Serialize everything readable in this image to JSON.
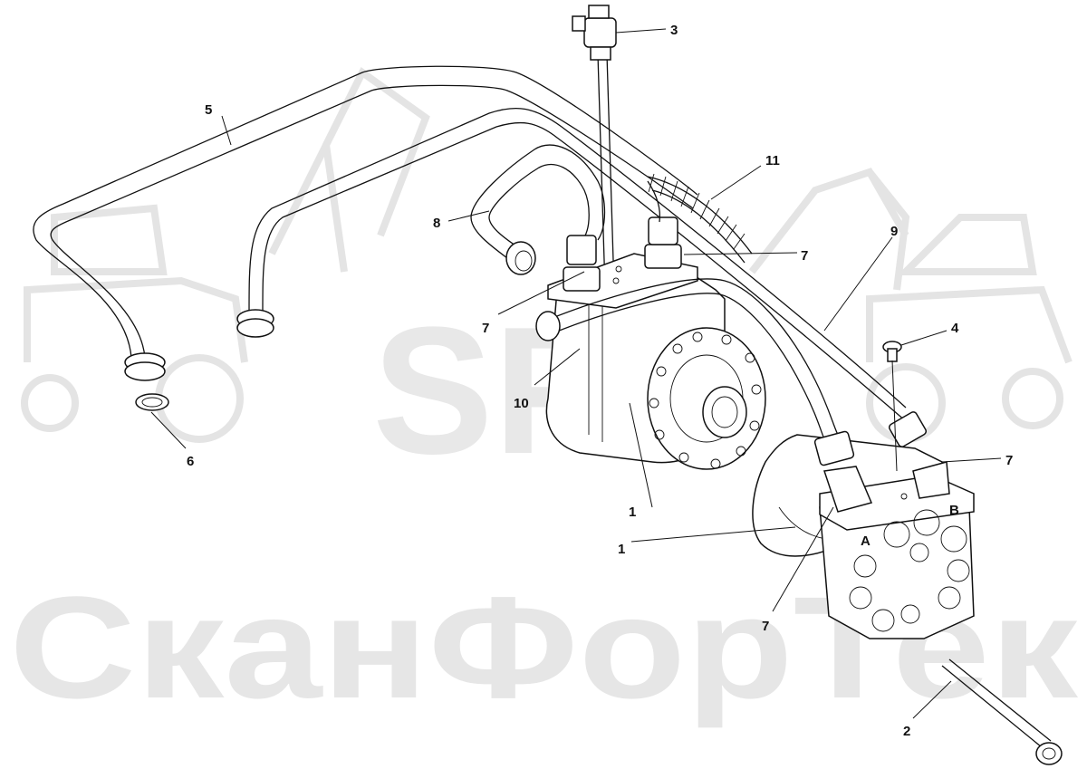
{
  "watermark": {
    "logo": "SFT",
    "brand": "СканФорТек",
    "color": "#e6e6e6"
  },
  "callouts": [
    {
      "id": "c1a",
      "label": "1"
    },
    {
      "id": "c1b",
      "label": "1"
    },
    {
      "id": "c2",
      "label": "2"
    },
    {
      "id": "c3",
      "label": "3"
    },
    {
      "id": "c4",
      "label": "4"
    },
    {
      "id": "c5",
      "label": "5"
    },
    {
      "id": "c6",
      "label": "6"
    },
    {
      "id": "c7a",
      "label": "7"
    },
    {
      "id": "c7b",
      "label": "7"
    },
    {
      "id": "c7c",
      "label": "7"
    },
    {
      "id": "c7d",
      "label": "7"
    },
    {
      "id": "c8",
      "label": "8"
    },
    {
      "id": "c9",
      "label": "9"
    },
    {
      "id": "c10",
      "label": "10"
    },
    {
      "id": "c11",
      "label": "11"
    }
  ],
  "motor_port_labels": {
    "a": "A",
    "b": "B"
  }
}
